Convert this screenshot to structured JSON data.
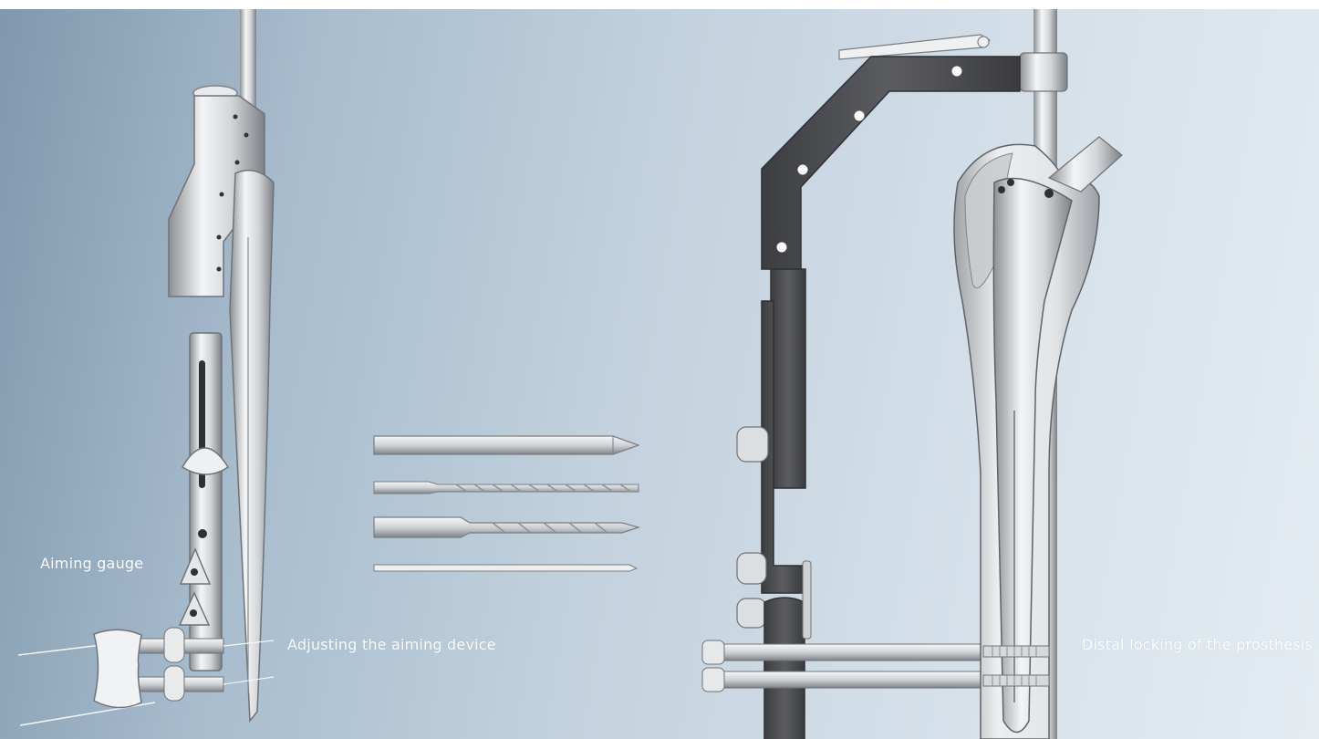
{
  "captions": {
    "aiming_gauge": "Aiming gauge",
    "adjusting": "Adjusting the aiming device",
    "distal_locking": "Distal locking of the prosthesis"
  },
  "colors": {
    "background_left": "#7f98ad",
    "background_right": "#e4ecf2",
    "caption_text": "#ffffff",
    "aiming_arm": "#4d4d4f",
    "steel": "#d9dadb"
  }
}
